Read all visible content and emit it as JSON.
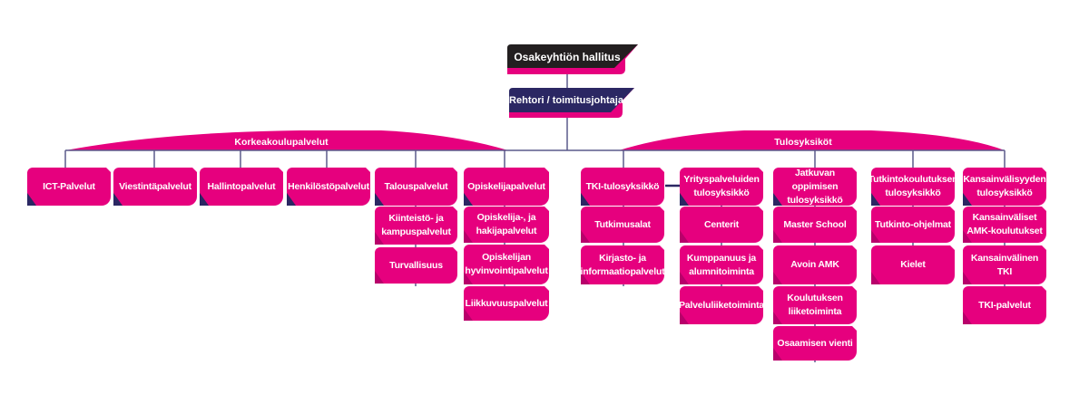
{
  "colors": {
    "magenta": "#e6007e",
    "navy": "#2b2763",
    "black": "#231f20",
    "line": "#5a5a8a"
  },
  "top": {
    "board": "Osakeyhtiön hallitus",
    "rector": "Rehtori / toimitusjohtaja"
  },
  "groups": {
    "left": "Korkeakoulupalvelut",
    "right": "Tulosyksiköt"
  },
  "left_units": [
    {
      "label": "ICT-Palvelut",
      "children": []
    },
    {
      "label": "Viestintäpalvelut",
      "children": []
    },
    {
      "label": "Hallintopalvelut",
      "children": []
    },
    {
      "label": "Henkilöstöpalvelut",
      "children": []
    },
    {
      "label": "Talouspalvelut",
      "children": [
        "Kiinteistö- ja kampuspalvelut",
        "Turvallisuus"
      ]
    },
    {
      "label": "Opiskelijapalvelut",
      "children": [
        "Opiskelija-, ja hakijapalvelut",
        "Opiskelijan hyvinvointipalvelut",
        "Liikkuvuuspalvelut"
      ]
    }
  ],
  "right_units": [
    {
      "label": "TKI-tulosyksikkö",
      "children": [
        "Tutkimusalat",
        "Kirjasto- ja informaatiopalvelut"
      ]
    },
    {
      "label": "Yrityspalveluiden tulosyksikkö",
      "children": [
        "Centerit",
        "Kumppanuus ja alumnitoiminta",
        "Palveluliiketoiminta"
      ]
    },
    {
      "label": "Jatkuvan oppimisen tulosyksikkö",
      "children": [
        "Master School",
        "Avoin AMK",
        "Koulutuksen liiketoiminta",
        "Osaamisen vienti"
      ]
    },
    {
      "label": "Tutkintokoulutuksen tulosyksikkö",
      "children": [
        "Tutkinto-ohjelmat",
        "Kielet"
      ]
    },
    {
      "label": "Kansainvälisyyden tulosyksikkö",
      "children": [
        "Kansainväliset AMK-koulutukset",
        "Kansainvälinen TKI",
        "TKI-palvelut"
      ]
    }
  ]
}
